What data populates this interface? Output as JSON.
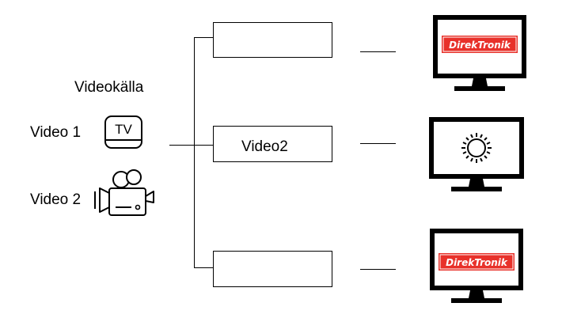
{
  "source": {
    "heading": "Videokälla",
    "items": [
      {
        "label": "Video 1",
        "icon": "tv-box-icon",
        "icon_text": "TV"
      },
      {
        "label": "Video 2",
        "icon": "video-camera-icon"
      }
    ]
  },
  "outputs": [
    {
      "box_label": "",
      "screen": "direktronik-logo"
    },
    {
      "box_label": "Video2",
      "screen": "sun-icon"
    },
    {
      "box_label": "",
      "screen": "direktronik-logo"
    }
  ],
  "logo": {
    "text": "DirekTronik",
    "color": "#e8312a"
  }
}
